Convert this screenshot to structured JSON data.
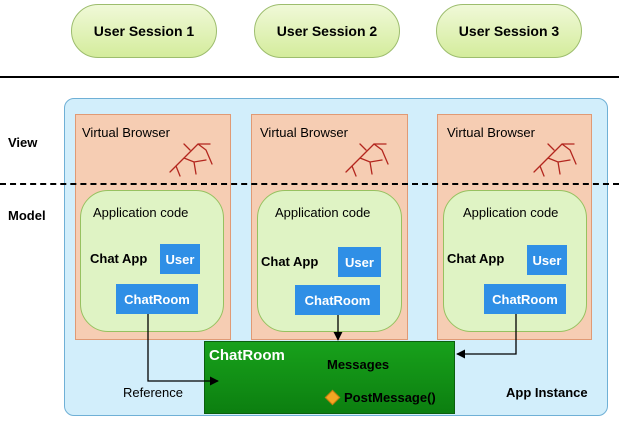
{
  "sessions": [
    "User Session 1",
    "User Session 2",
    "User Session 3"
  ],
  "layers": {
    "view": "View",
    "model": "Model"
  },
  "virtual_browser_label": "Virtual Browser",
  "application_code_label": "Application code",
  "chat_app_label": "Chat App",
  "user_label": "User",
  "chatroom_label": "ChatRoom",
  "shared_chatroom": {
    "title": "ChatRoom",
    "messages_label": "Messages",
    "method_label": "PostMessage()"
  },
  "reference_label": "Reference",
  "app_instance_label": "App Instance",
  "colors": {
    "session_fill": "#d4ec9c",
    "app_instance_fill": "#d2eefb",
    "virtual_browser_fill": "#f6cdb3",
    "application_code_fill": "#dff3c4",
    "object_blue": "#2f8fe6",
    "shared_chatroom_green": "#18a11b"
  }
}
